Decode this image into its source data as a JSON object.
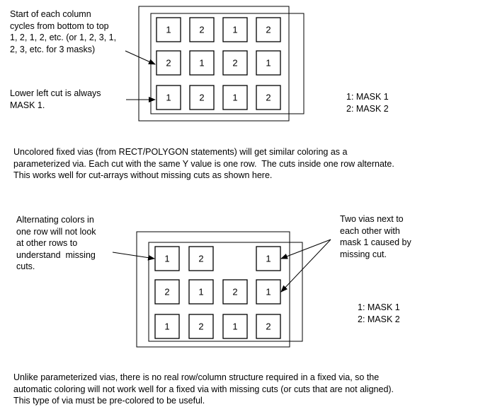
{
  "figure1": {
    "annotation_column_start": "Start of each column\ncycles from bottom to top\n1, 2, 1, 2, etc. (or 1, 2, 3, 1,\n2, 3, etc. for 3 masks)",
    "annotation_lower_left": "Lower left cut is always\nMASK 1.",
    "legend": "1: MASK 1\n2: MASK 2",
    "cut_rows": [
      [
        "1",
        "2",
        "1",
        "2"
      ],
      [
        "2",
        "1",
        "2",
        "1"
      ],
      [
        "1",
        "2",
        "1",
        "2"
      ]
    ]
  },
  "paragraph1": "Uncolored fixed vias (from RECT/POLYGON statements) will get similar coloring as a\nparameterized via. Each cut with the same Y value is one row.  The cuts inside one row alternate.\nThis works well for cut-arrays without missing cuts as shown here.",
  "figure2": {
    "annotation_alternating": "Alternating colors in\none row will not look\nat other rows to\nunderstand  missing\ncuts.",
    "annotation_two_vias": "Two vias next to\neach other with\nmask 1 caused by\nmissing cut.",
    "legend": "1: MASK 1\n2: MASK 2",
    "cut_rows": [
      [
        "1",
        "2",
        "",
        "1"
      ],
      [
        "2",
        "1",
        "2",
        "1"
      ],
      [
        "1",
        "2",
        "1",
        "2"
      ]
    ]
  },
  "paragraph2": "Unlike parameterized vias, there is no real row/column structure required in a fixed via, so the\nautomatic coloring will not work well for a fixed via with missing cuts (or cuts that are not aligned).\nThis type of via must be pre-colored to be useful."
}
